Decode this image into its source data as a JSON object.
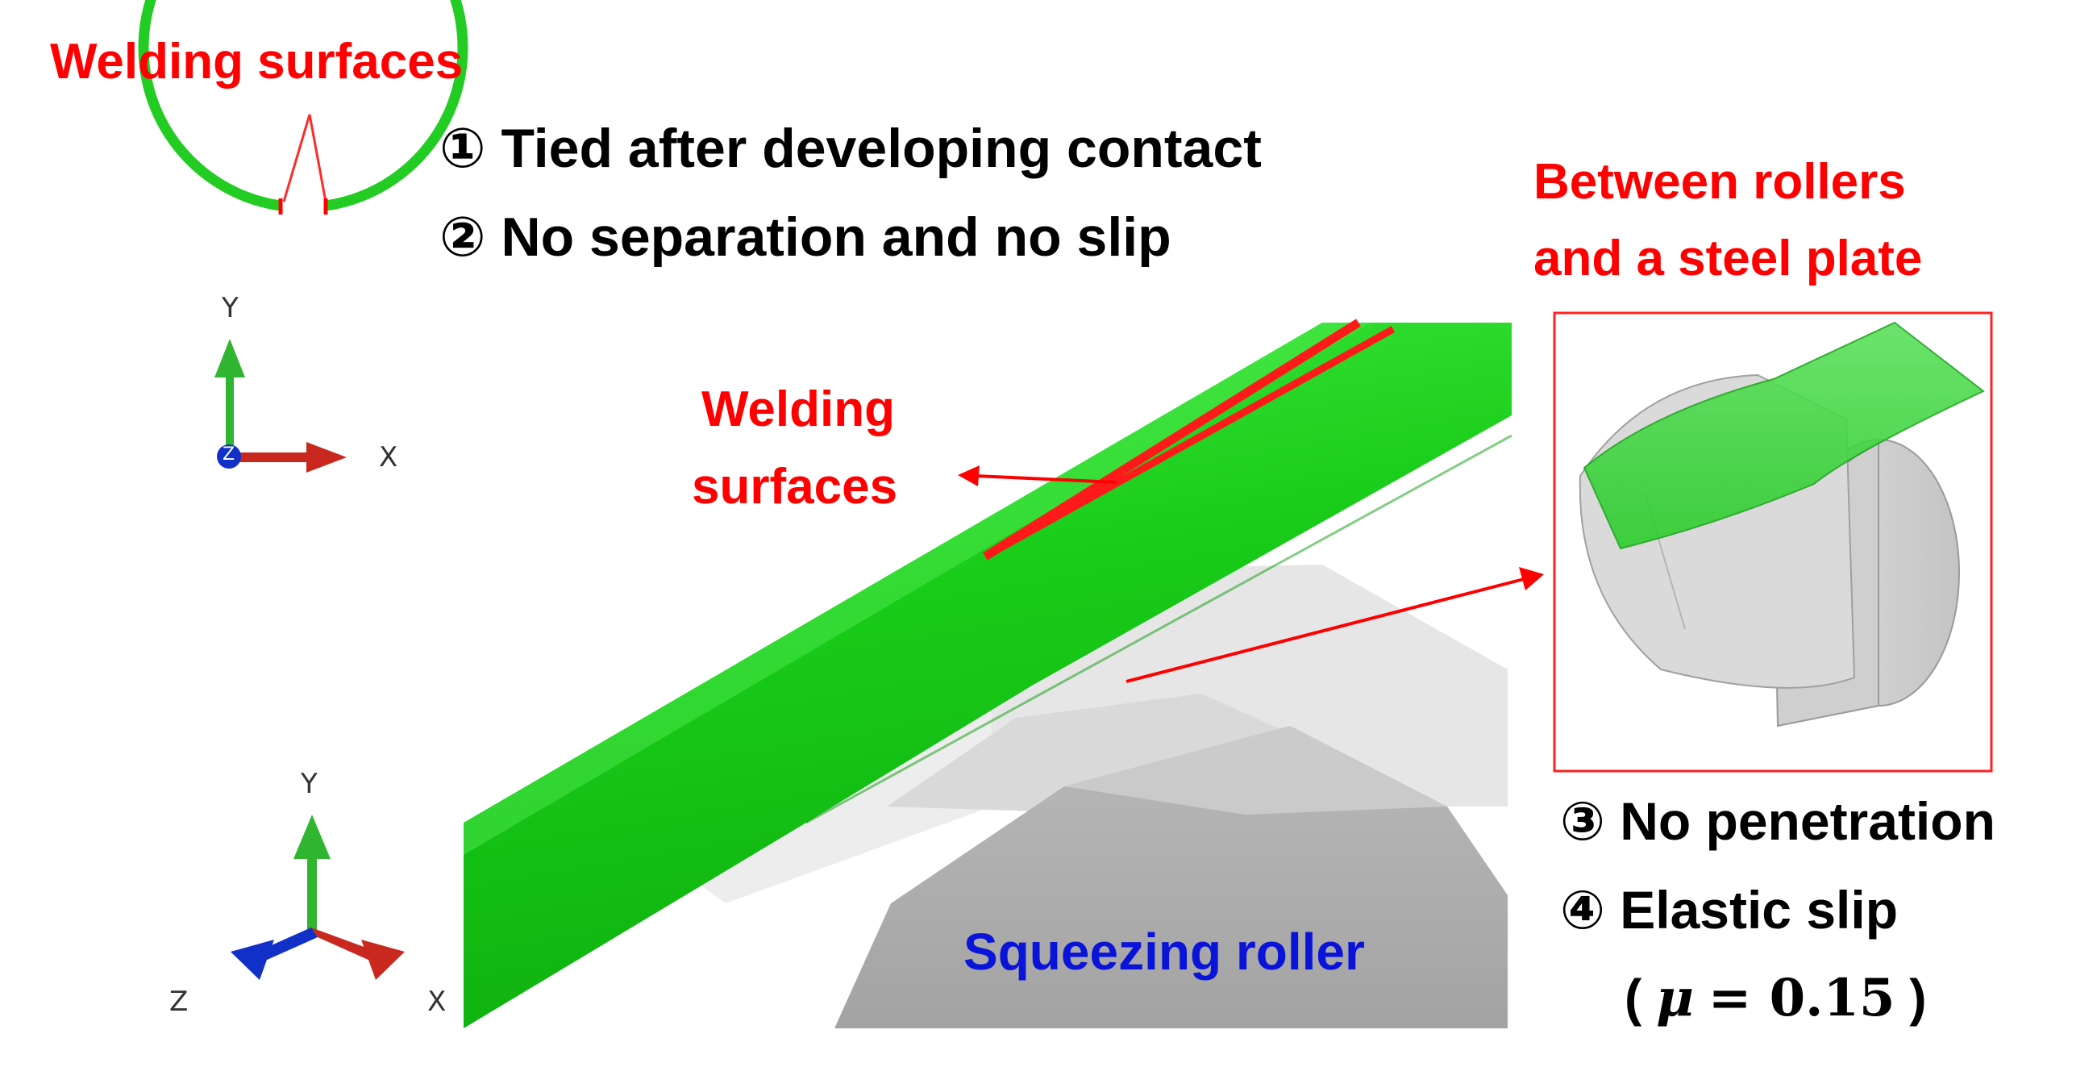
{
  "labels": {
    "welding_surfaces_top": "Welding surfaces",
    "condition_1": "① Tied after developing contact",
    "condition_2": "② No separation and no slip",
    "between_rollers_line1": "Between rollers",
    "between_rollers_line2": "and a steel plate",
    "welding_mid_line1": "Welding",
    "welding_mid_line2": "surfaces",
    "squeezing_roller": "Squeezing roller",
    "condition_3": "③ No penetration",
    "condition_4": "④ Elastic slip",
    "friction_open": "(",
    "friction_mu": "μ",
    "friction_eq": "= 0.15",
    "friction_close": ")"
  },
  "axes": {
    "cross_section": {
      "y": "Y",
      "x": "X",
      "z": "Z"
    },
    "main_view": {
      "y": "Y",
      "x": "X",
      "z": "Z"
    }
  },
  "colors": {
    "annotation_red": "#ff0000",
    "annotation_blue": "#0a14d8",
    "pipe_green": "#1ecf1e",
    "roller_gray": "#a8a8a8",
    "axis_y_green": "#2fb52f",
    "axis_x_red": "#c8281e",
    "axis_z_blue": "#1030c8"
  }
}
